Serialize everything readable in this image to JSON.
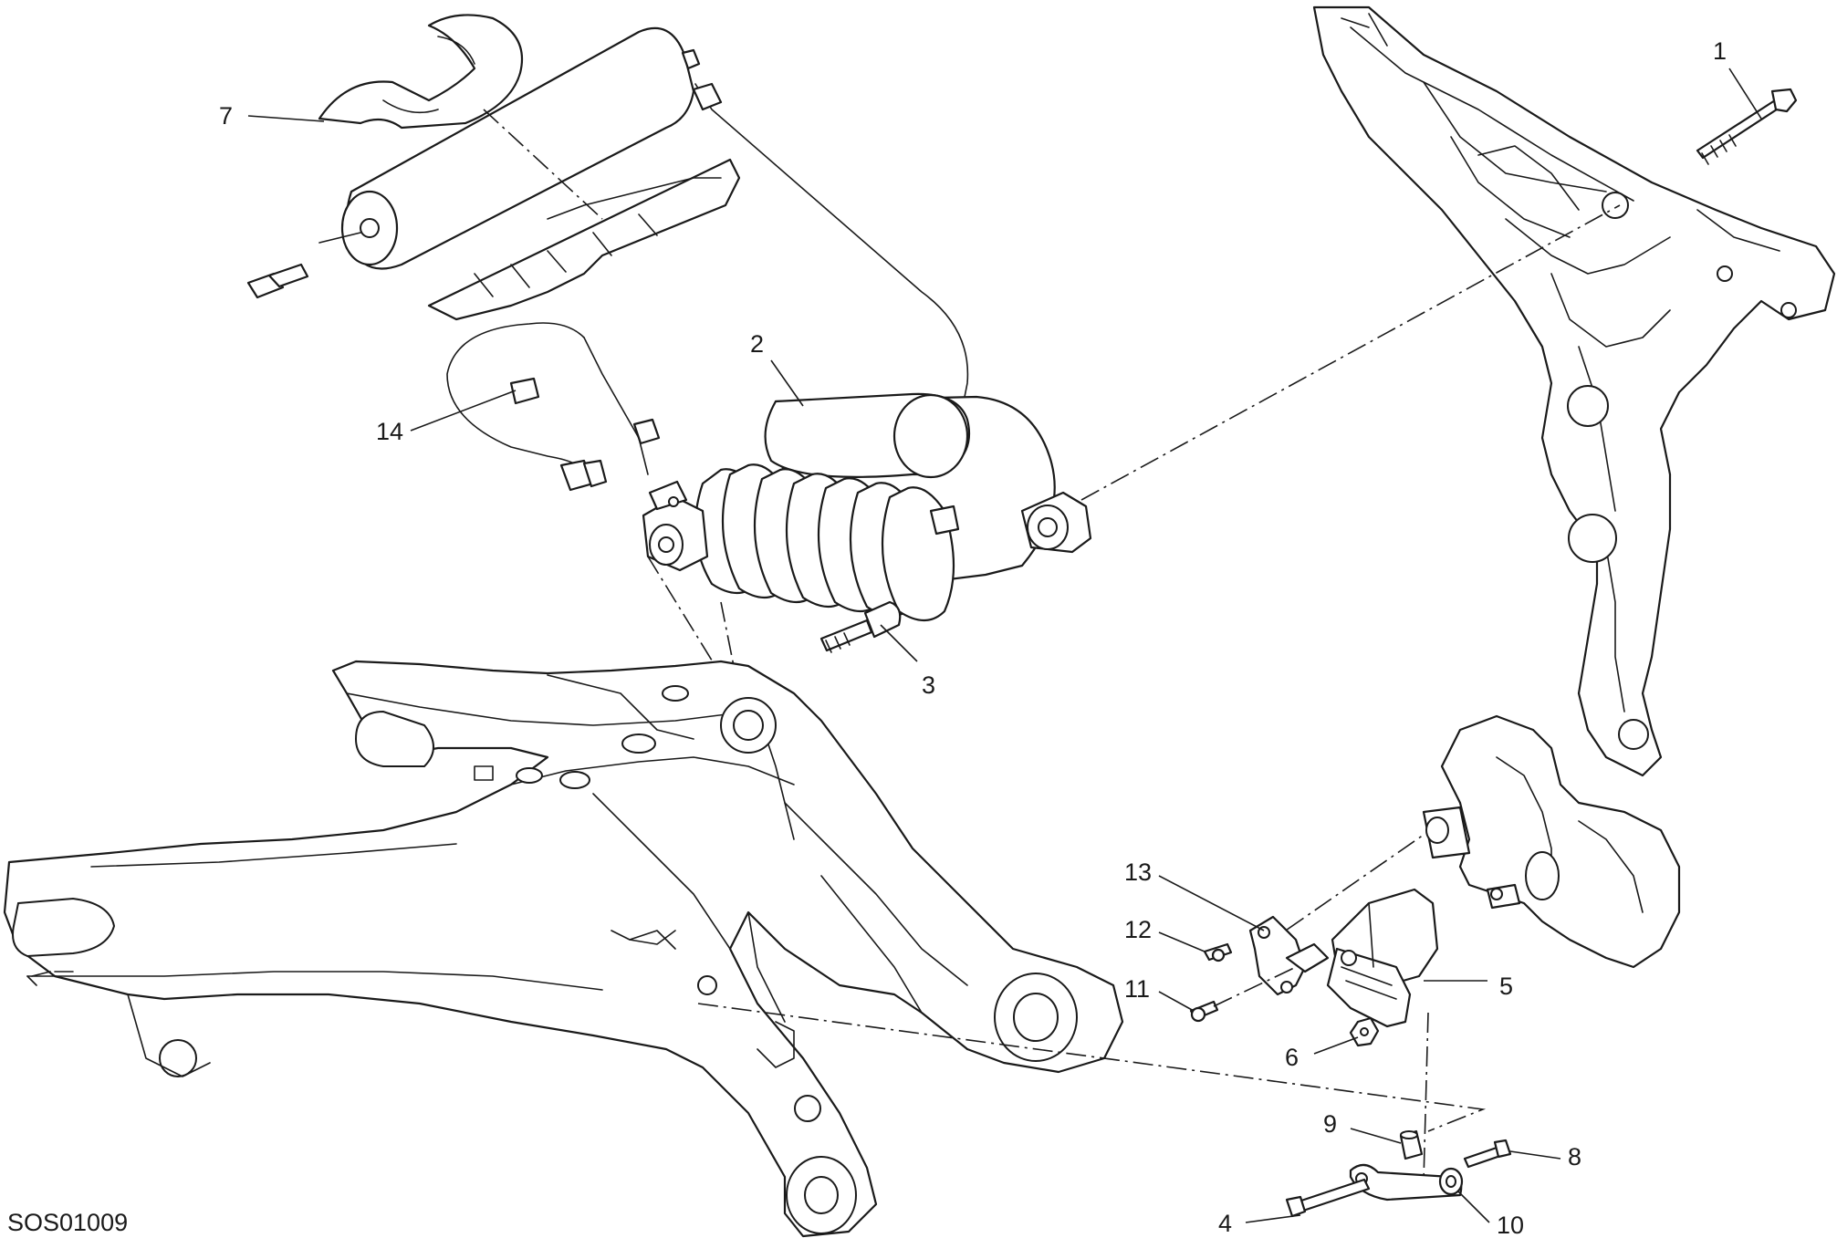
{
  "drawing": {
    "code": "SOS01009",
    "callouts": [
      {
        "id": "c1",
        "label": "1"
      },
      {
        "id": "c2",
        "label": "2"
      },
      {
        "id": "c3",
        "label": "3"
      },
      {
        "id": "c4",
        "label": "4"
      },
      {
        "id": "c5",
        "label": "5"
      },
      {
        "id": "c6",
        "label": "6"
      },
      {
        "id": "c7",
        "label": "7"
      },
      {
        "id": "c8",
        "label": "8"
      },
      {
        "id": "c9",
        "label": "9"
      },
      {
        "id": "c10",
        "label": "10"
      },
      {
        "id": "c11",
        "label": "11"
      },
      {
        "id": "c12",
        "label": "12"
      },
      {
        "id": "c13",
        "label": "13"
      },
      {
        "id": "c14",
        "label": "14"
      }
    ]
  }
}
